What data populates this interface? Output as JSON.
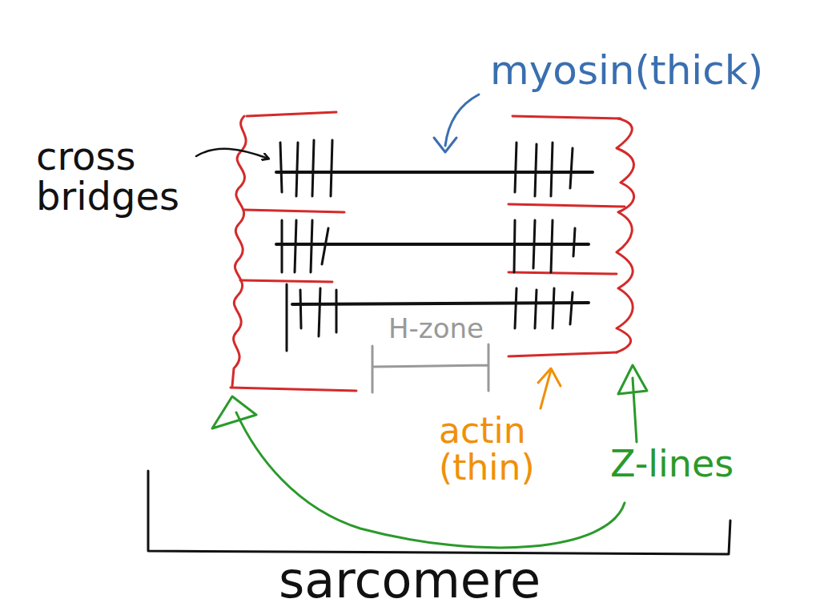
{
  "diagram": {
    "labels": [
      "myosin(thick)",
      "cross bridges",
      "H-zone",
      "actin (thin)",
      "Z-lines",
      "sarcomere"
    ]
  }
}
